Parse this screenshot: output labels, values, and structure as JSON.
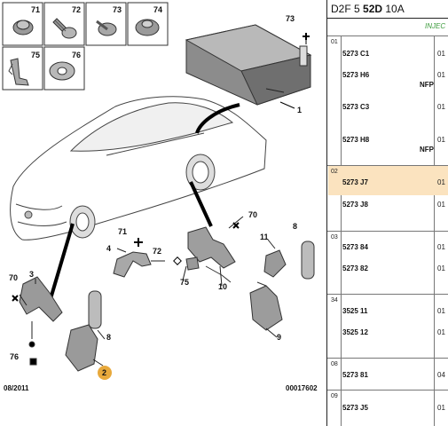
{
  "diagram": {
    "callouts": [
      "71",
      "72",
      "73",
      "74",
      "75",
      "76",
      "73",
      "1",
      "70",
      "71",
      "72",
      "75",
      "4",
      "10",
      "11",
      "8",
      "3",
      "70",
      "76",
      "8",
      "2",
      "9"
    ],
    "footer_left": "08/2011",
    "footer_right": "00017602"
  },
  "panel": {
    "header": {
      "prefix": "D2F 5 ",
      "bold": "52D",
      "suffix": " 10A",
      "sub": "INJEC"
    },
    "groups": [
      {
        "num": "01",
        "rows": [
          {
            "ref": "5273 C1",
            "nfp": "",
            "qty": "01"
          },
          {
            "ref": "5273 H6",
            "nfp": "NFP",
            "qty": "01"
          },
          {
            "ref": "5273 C3",
            "nfp": "",
            "qty": "01"
          },
          {
            "ref": "5273 H8",
            "nfp": "NFP",
            "qty": "01"
          }
        ]
      },
      {
        "num": "02",
        "rows": [
          {
            "ref": "5273 J7",
            "nfp": "",
            "qty": "01"
          },
          {
            "ref": "5273 J8",
            "nfp": "",
            "qty": "01"
          }
        ]
      },
      {
        "num": "03",
        "rows": [
          {
            "ref": "5273 84",
            "nfp": "",
            "qty": "01"
          },
          {
            "ref": "5273 82",
            "nfp": "",
            "qty": "01"
          }
        ]
      },
      {
        "num": "34",
        "rows": [
          {
            "ref": "3525 11",
            "nfp": "",
            "qty": "01"
          },
          {
            "ref": "3525 12",
            "nfp": "",
            "qty": "01"
          }
        ]
      },
      {
        "num": "08",
        "rows": [
          {
            "ref": "5273 81",
            "nfp": "",
            "qty": "04"
          }
        ]
      },
      {
        "num": "09",
        "rows": [
          {
            "ref": "5273 J5",
            "nfp": "",
            "qty": "01"
          }
        ]
      }
    ]
  }
}
